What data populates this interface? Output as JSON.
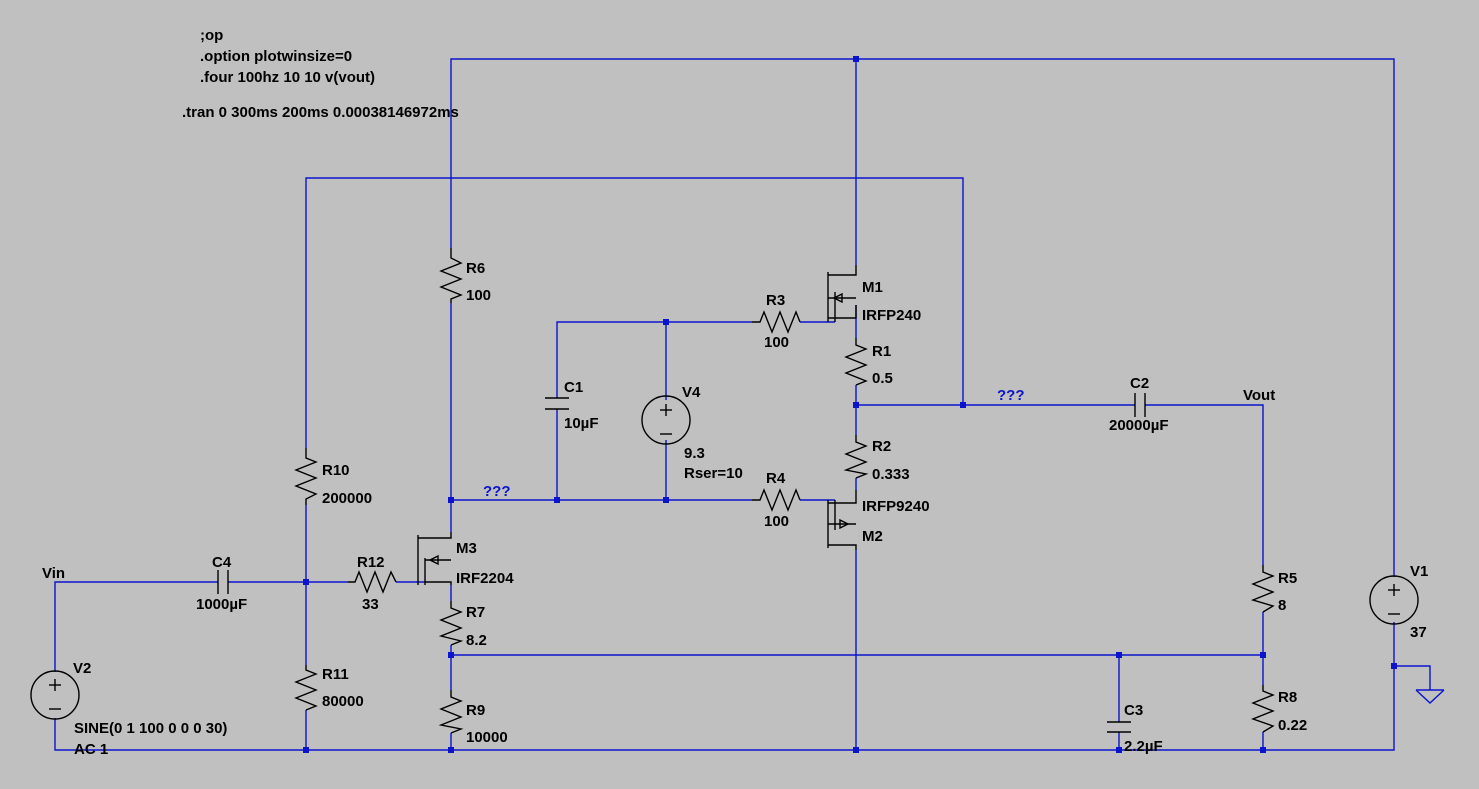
{
  "directives": [
    ";op",
    ".option plotwinsize=0",
    ".four 100hz 10 10 v(vout)",
    ".tran 0 300ms 200ms 0.00038146972ms"
  ],
  "net_labels": {
    "vin": "Vin",
    "vout": "Vout",
    "unknown_top": "???",
    "unknown_left": "???"
  },
  "resistors": {
    "R1": {
      "name": "R1",
      "value": "0.5"
    },
    "R2": {
      "name": "R2",
      "value": "0.333"
    },
    "R3": {
      "name": "R3",
      "value": "100"
    },
    "R4": {
      "name": "R4",
      "value": "100"
    },
    "R5": {
      "name": "R5",
      "value": "8"
    },
    "R6": {
      "name": "R6",
      "value": "100"
    },
    "R7": {
      "name": "R7",
      "value": "8.2"
    },
    "R8": {
      "name": "R8",
      "value": "0.22"
    },
    "R9": {
      "name": "R9",
      "value": "10000"
    },
    "R10": {
      "name": "R10",
      "value": "200000"
    },
    "R11": {
      "name": "R11",
      "value": "80000"
    },
    "R12": {
      "name": "R12",
      "value": "33"
    }
  },
  "capacitors": {
    "C1": {
      "name": "C1",
      "value": "10µF"
    },
    "C2": {
      "name": "C2",
      "value": "20000µF"
    },
    "C3": {
      "name": "C3",
      "value": "2.2µF"
    },
    "C4": {
      "name": "C4",
      "value": "1000µF"
    }
  },
  "transistors": {
    "M1": {
      "name": "M1",
      "model": "IRFP240"
    },
    "M2": {
      "name": "M2",
      "model": "IRFP9240"
    },
    "M3": {
      "name": "M3",
      "model": "IRF2204"
    }
  },
  "sources": {
    "V1": {
      "name": "V1",
      "value": "37"
    },
    "V2": {
      "name": "V2",
      "value": "SINE(0 1 100 0 0 0 30)",
      "value2": "AC 1"
    },
    "V4": {
      "name": "V4",
      "value": "9.3",
      "value2": "Rser=10"
    }
  },
  "colors": {
    "background": "#c0c0c0",
    "wire": "#0a14cc",
    "component": "#000000",
    "ground": "#0a14cc"
  }
}
